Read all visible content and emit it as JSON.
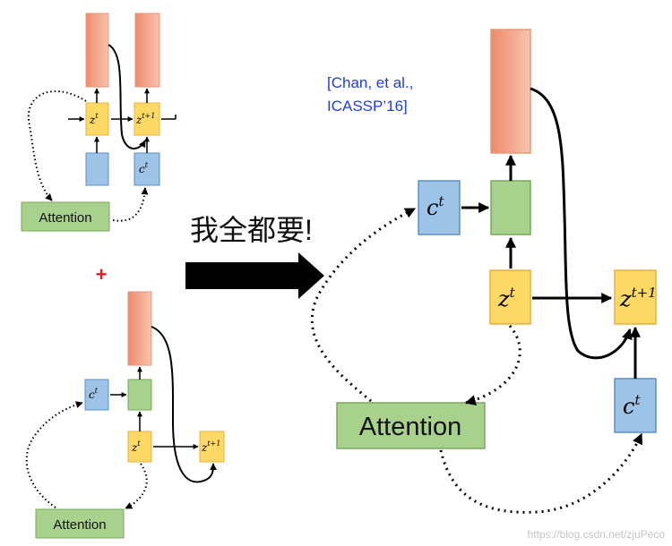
{
  "citation": {
    "line1": "[Chan, et al.,",
    "line2": "ICASSP’16]",
    "color": "#1f3fd6"
  },
  "arrow_caption": "我全都要!",
  "plus_sign": "+",
  "watermark": "https://blog.csdn.net/zjuPeco",
  "labels": {
    "attention": "Attention",
    "z_base": "z",
    "z_sup_t": "t",
    "z_sup_next": "t+1",
    "c_base": "c",
    "c_sup_t": "t"
  },
  "colors": {
    "orange_light": "#f8c4ae",
    "orange_dark": "#ef8a6c",
    "yellow_fill": "#ffd966",
    "yellow_stroke": "#e8b23c",
    "blue_fill": "#9dc3e6",
    "blue_stroke": "#5b8fc9",
    "green_fill": "#a9d18e",
    "green_stroke": "#78a85a",
    "plus_red": "#e41e1e"
  }
}
